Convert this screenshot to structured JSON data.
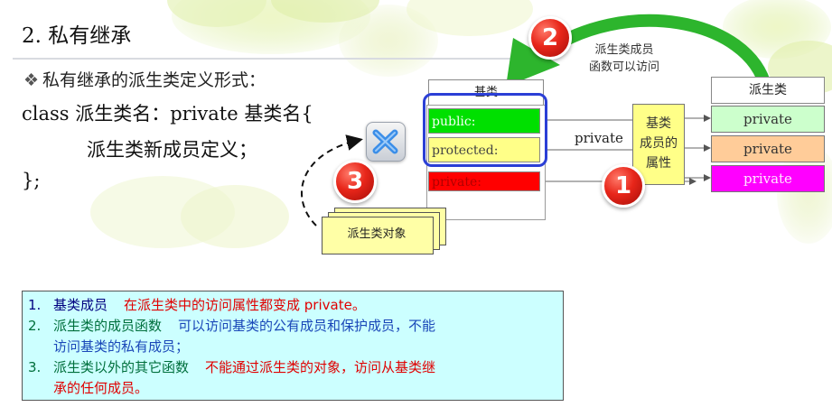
{
  "slide": {
    "title": "2. 私有继承",
    "bullet": "私有继承的派生类定义形式：",
    "code": {
      "line1": "class 派生类名：private 基类名{",
      "line2": "派生类新成员定义；",
      "line3": "};"
    }
  },
  "diagram": {
    "base_title": "基类",
    "base_rows": [
      "public:",
      "protected:",
      "private:"
    ],
    "members_label": [
      "基类",
      "成员的",
      "属性"
    ],
    "arrow_label": "private",
    "derived_title": "派生类",
    "derived_rows": [
      "private",
      "private",
      "private"
    ],
    "callout_2": [
      "派生类成员",
      "函数可以访问"
    ],
    "object_label": "派生类对象",
    "badges": [
      "1",
      "2",
      "3"
    ],
    "colors": {
      "public": "#00e000",
      "protected": "#ffff88",
      "private": "#ff0000",
      "derived1": "#ccffcc",
      "derived2": "#ffcc99",
      "derived3": "#ff00ff",
      "frame": "#2b3fd6",
      "callout_arrow": "#2db52d"
    },
    "icons": [
      "close-x-icon",
      "leaf-decoration"
    ]
  },
  "notes": [
    {
      "num": "1.",
      "subject": "基类成员",
      "desc": "在派生类中的访问属性都变成 private。",
      "desc2": ""
    },
    {
      "num": "2.",
      "subject": "派生类的成员函数",
      "desc": "可以访问基类的公有成员和保护成员，不能",
      "desc2": "访问基类的私有成员；"
    },
    {
      "num": "3.",
      "subject": "派生类以外的其它函数",
      "desc": "不能通过派生类的对象，访问从基类继",
      "desc2": "承的任何成员。"
    }
  ]
}
